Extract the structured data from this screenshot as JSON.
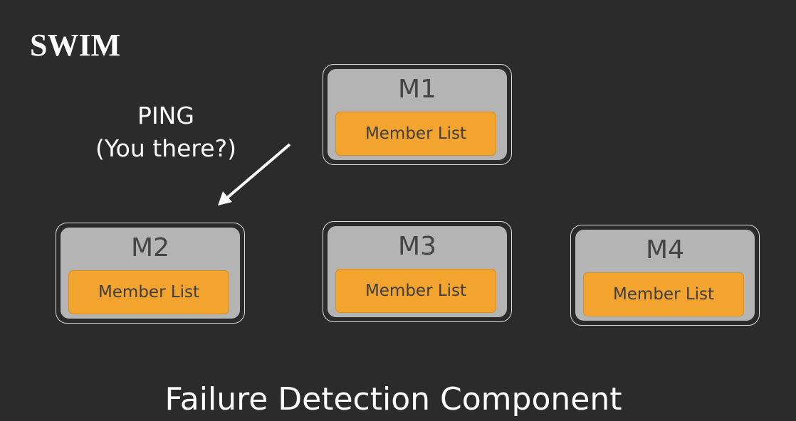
{
  "title": "SWIM",
  "ping": {
    "line1": "PING",
    "line2": "(You there?)"
  },
  "nodes": [
    {
      "name": "M1",
      "list": "Member List"
    },
    {
      "name": "M2",
      "list": "Member List"
    },
    {
      "name": "M3",
      "list": "Member List"
    },
    {
      "name": "M4",
      "list": "Member List"
    }
  ],
  "footer": "Failure Detection Component",
  "colors": {
    "background": "#2b2b2b",
    "node": "#b4b4b4",
    "member_list": "#f2a42f"
  }
}
